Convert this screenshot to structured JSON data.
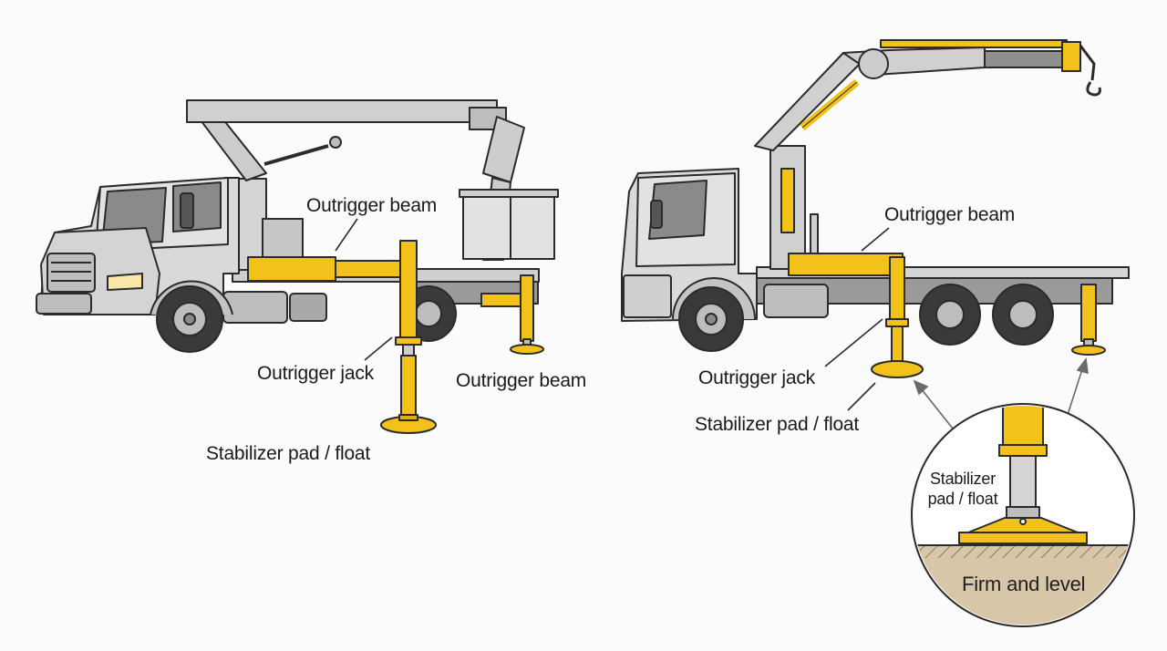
{
  "labels": {
    "left_outrigger_beam_top": "Outrigger beam",
    "left_outrigger_jack": "Outrigger jack",
    "left_outrigger_beam_rear": "Outrigger beam",
    "left_stabilizer_pad": "Stabilizer pad / float",
    "right_outrigger_beam": "Outrigger beam",
    "right_outrigger_jack": "Outrigger jack",
    "right_stabilizer_pad": "Stabilizer pad / float",
    "inset_pad_line1": "Stabilizer",
    "inset_pad_line2": "pad / float",
    "inset_ground": "Firm and level"
  },
  "colors": {
    "yellow": "#f2c21b",
    "truck_body": "#d9d9d9",
    "outline": "#2b2b2b",
    "tire": "#3a3a3a",
    "ground": "#d8c6a8"
  },
  "icons": [
    "bucket-truck-illustration",
    "crane-truck-illustration",
    "stabilizer-detail-inset"
  ]
}
